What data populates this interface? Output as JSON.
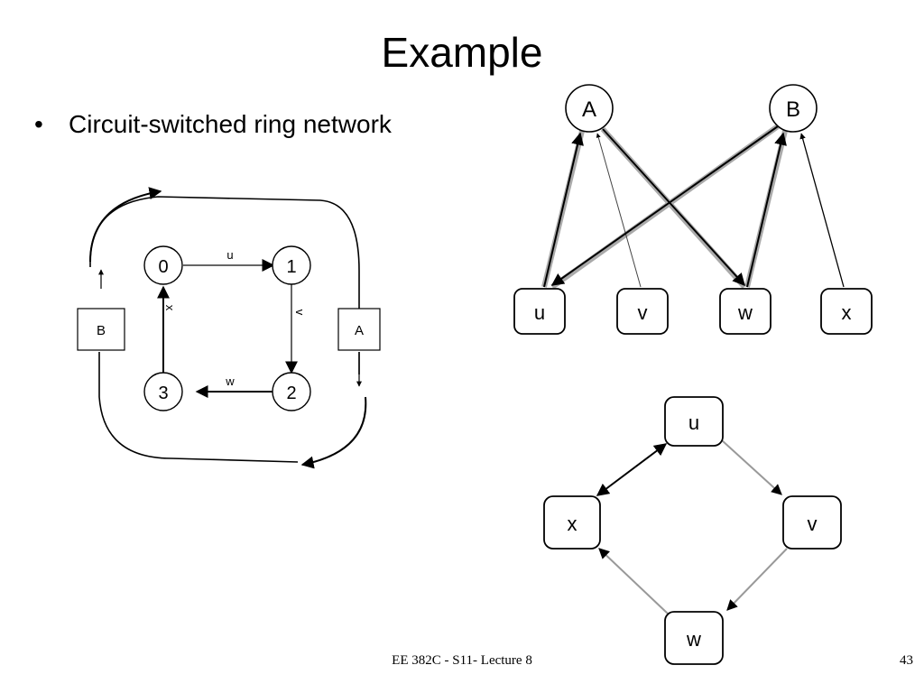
{
  "slide": {
    "title": "Example",
    "bullet": "Circuit-switched ring network",
    "footer": "EE 382C - S11- Lecture 8",
    "page_number": "43"
  },
  "ring_diagram": {
    "nodes": [
      "0",
      "1",
      "2",
      "3"
    ],
    "link_labels": {
      "n0_n1": "u",
      "n1_n2": "v",
      "n2_n3": "w",
      "n3_n0": "x"
    },
    "boxes": {
      "left": "B",
      "right": "A"
    }
  },
  "bipartite_diagram": {
    "top_nodes": [
      "A",
      "B"
    ],
    "bottom_nodes": [
      "u",
      "v",
      "w",
      "x"
    ]
  },
  "cycle_diagram": {
    "nodes": {
      "top": "u",
      "right": "v",
      "bottom": "w",
      "left": "x"
    }
  }
}
